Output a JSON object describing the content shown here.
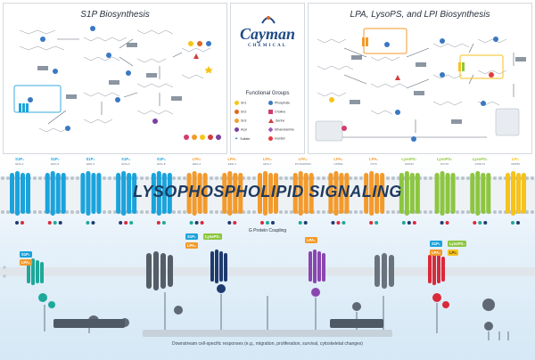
{
  "panels": {
    "s1p": {
      "title": "S1P Biosynthesis"
    },
    "lpa": {
      "title": "LPA, LysoPS, and LPI Biosynthesis"
    }
  },
  "brand": {
    "name": "Cayman",
    "subtitle": "CHEMICAL",
    "color": "#1f4a86"
  },
  "legend": {
    "title": "Functional Groups",
    "items": [
      {
        "label": "Sn1",
        "color": "#f5c518",
        "shape": "circle"
      },
      {
        "label": "Sn2",
        "color": "#e2661f",
        "shape": "circle"
      },
      {
        "label": "Sn3",
        "color": "#f0a030",
        "shape": "circle"
      },
      {
        "label": "Acyl",
        "color": "#7a3fa0",
        "shape": "circle"
      },
      {
        "label": "Sulfate",
        "color": "#3a78c2",
        "shape": "star"
      },
      {
        "label": "Phosphate",
        "color": "#3a78c2",
        "shape": "circle-p"
      },
      {
        "label": "Choline",
        "color": "#d23c6e",
        "shape": "square"
      },
      {
        "label": "Serine",
        "color": "#d23c3c",
        "shape": "triangle"
      },
      {
        "label": "Ethanolamine",
        "color": "#9b59b6",
        "shape": "diamond"
      },
      {
        "label": "Inositol",
        "color": "#e23c3c",
        "shape": "circle"
      }
    ]
  },
  "banner": {
    "text": "LYSOPHOSPHOLIPID SIGNALING"
  },
  "receptors": [
    {
      "label": "S1P₁",
      "sub": "EDG-1",
      "color": "#1aa3dc"
    },
    {
      "label": "S1P₂",
      "sub": "EDG-5",
      "color": "#1aa3dc"
    },
    {
      "label": "S1P₃",
      "sub": "EDG-3",
      "color": "#1aa3dc"
    },
    {
      "label": "S1P₄",
      "sub": "EDG-6",
      "color": "#1aa3dc"
    },
    {
      "label": "S1P₅",
      "sub": "EDG-8",
      "color": "#1aa3dc"
    },
    {
      "label": "LPA₁",
      "sub": "EDG-2",
      "color": "#f39a2b"
    },
    {
      "label": "LPA₂",
      "sub": "EDG-4",
      "color": "#f39a2b"
    },
    {
      "label": "LPA₃",
      "sub": "EDG-7",
      "color": "#f39a2b"
    },
    {
      "label": "LPA₄",
      "sub": "P2Y9/GPR23",
      "color": "#f39a2b"
    },
    {
      "label": "LPA₅",
      "sub": "GPR92",
      "color": "#f39a2b"
    },
    {
      "label": "LPA₆",
      "sub": "P2Y5",
      "color": "#f39a2b"
    },
    {
      "label": "LysoPS₁",
      "sub": "GPR34",
      "color": "#8cc63f"
    },
    {
      "label": "LysoPS₂",
      "sub": "P2Y10",
      "color": "#8cc63f"
    },
    {
      "label": "LysoPS₃",
      "sub": "GPR174",
      "color": "#8cc63f"
    },
    {
      "label": "LPI₁",
      "sub": "GPR55",
      "color": "#f6c21c"
    }
  ],
  "coupling": {
    "title": "G Protein Coupling"
  },
  "tags": {
    "left1": "S1P₁",
    "left2": "LPA₁",
    "mid1": "S1P₁",
    "mid2": "LysoPS₁",
    "mid3": "LPA₁",
    "purple": "LPA₁",
    "right1": "S1P₁",
    "right2": "LPA₁",
    "right3": "LysoPS₁",
    "right4": "LPI₁"
  },
  "footer": {
    "text": "Downstream cell-specific responses (e.g., migration, proliferation, survival, cytoskeletal changes)"
  },
  "colors": {
    "s1p": "#1aa3dc",
    "lpa": "#f39a2b",
    "lysops": "#8cc63f",
    "lpi": "#f6c21c",
    "navy": "#1e3a5f"
  }
}
